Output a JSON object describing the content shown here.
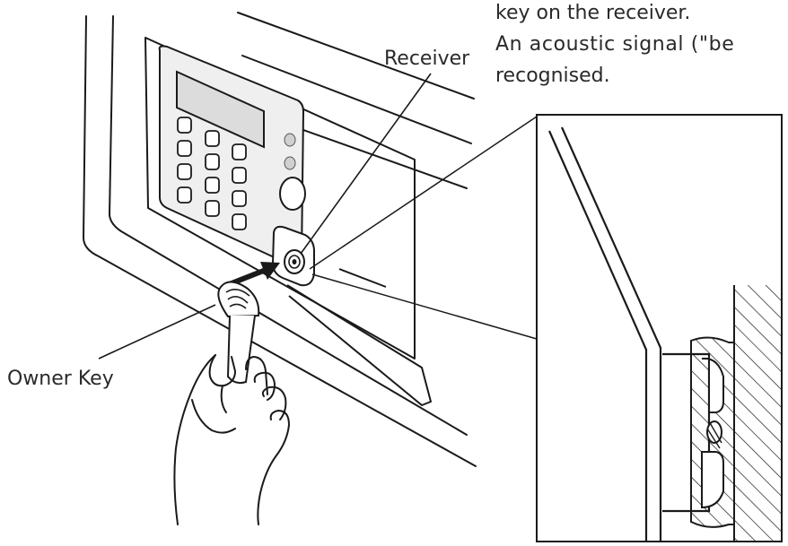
{
  "labels": {
    "receiver": "Receiver",
    "owner_key": "Owner Key"
  },
  "instruction": {
    "line1": "key on the receiver.",
    "line2": "An acoustic signal (\"be",
    "line3": "recognised."
  },
  "colors": {
    "line": "#1a1a1a",
    "panel": "#efefef",
    "background": "#ffffff"
  },
  "icons": {
    "arrow": "arrow-right-icon",
    "receiver": "receiver-icon",
    "hand": "hand-icon",
    "key": "owner-key-icon"
  }
}
